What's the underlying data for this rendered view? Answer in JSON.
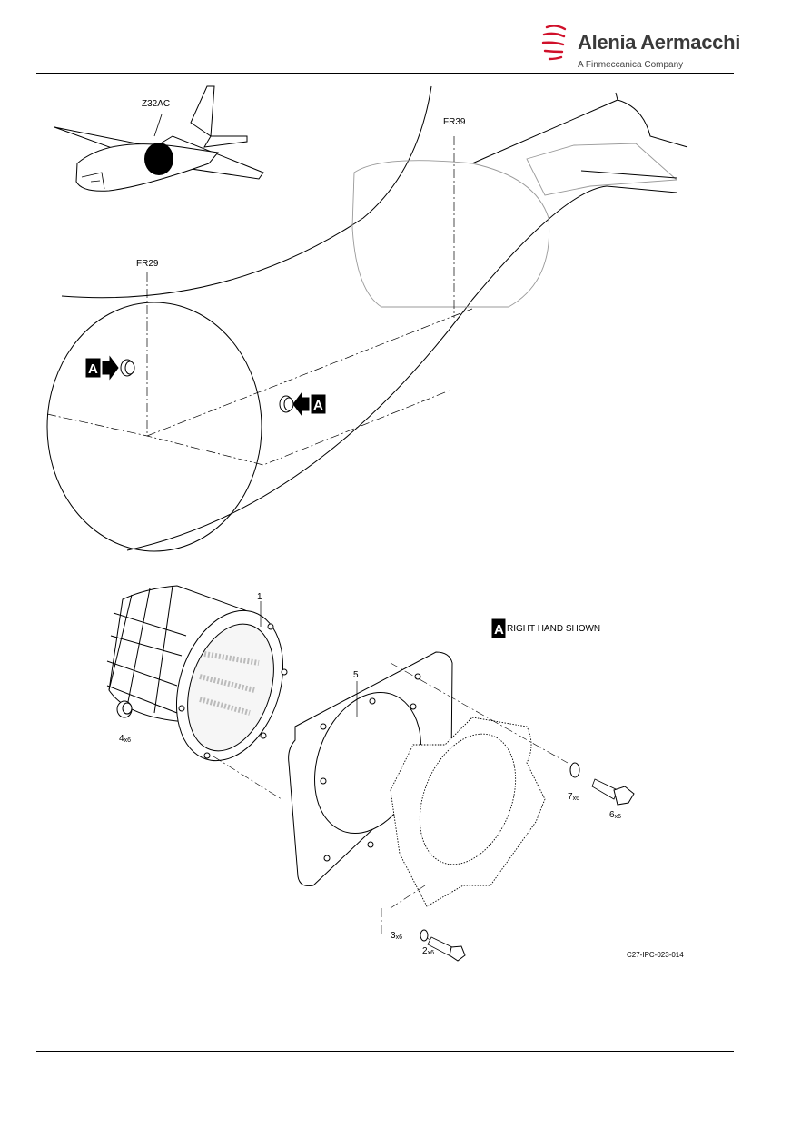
{
  "header": {
    "brand_name": "Alenia Aermacchi",
    "tagline": "A Finmeccanica Company",
    "logo_icon": "swoosh-logo-icon",
    "logo_color": "#d0102a"
  },
  "top_view": {
    "zone_label": "Z32AC",
    "frame_aft": "FR39",
    "frame_fwd": "FR29",
    "view_ref": "A"
  },
  "detail_view": {
    "view_ref": "A",
    "note": "RIGHT HAND SHOWN",
    "items": [
      {
        "num": "1",
        "qty": ""
      },
      {
        "num": "5",
        "qty": ""
      },
      {
        "num": "4",
        "qty": "x6"
      },
      {
        "num": "7",
        "qty": "x6"
      },
      {
        "num": "6",
        "qty": "x6"
      },
      {
        "num": "3",
        "qty": "x6"
      },
      {
        "num": "2",
        "qty": "x6"
      }
    ],
    "figure_code": "C27-IPC-023-014"
  }
}
